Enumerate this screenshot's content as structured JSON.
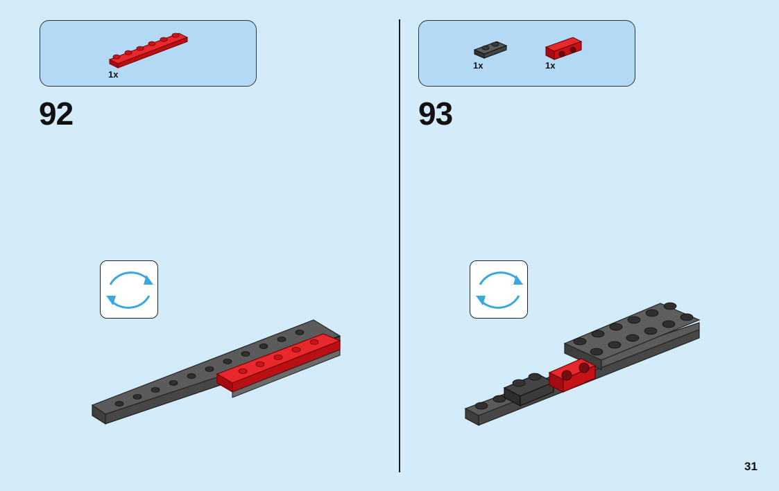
{
  "steps": [
    {
      "number": "92",
      "parts": [
        {
          "qty": "1x",
          "icon": "red-plate-1x6-icon"
        }
      ],
      "rotate_icon": "rotate-model-icon"
    },
    {
      "number": "93",
      "parts": [
        {
          "qty": "1x",
          "icon": "dark-gray-plate-1x2-icon"
        },
        {
          "qty": "1x",
          "icon": "red-bracket-icon"
        }
      ],
      "rotate_icon": "rotate-model-icon"
    }
  ],
  "page_number": "31",
  "colors": {
    "background": "#d4ebf9",
    "callout": "#b3d9f5",
    "red": "#d8141a",
    "dark_gray": "#4d4d4d",
    "rotate_arrow": "#3aa7df"
  }
}
